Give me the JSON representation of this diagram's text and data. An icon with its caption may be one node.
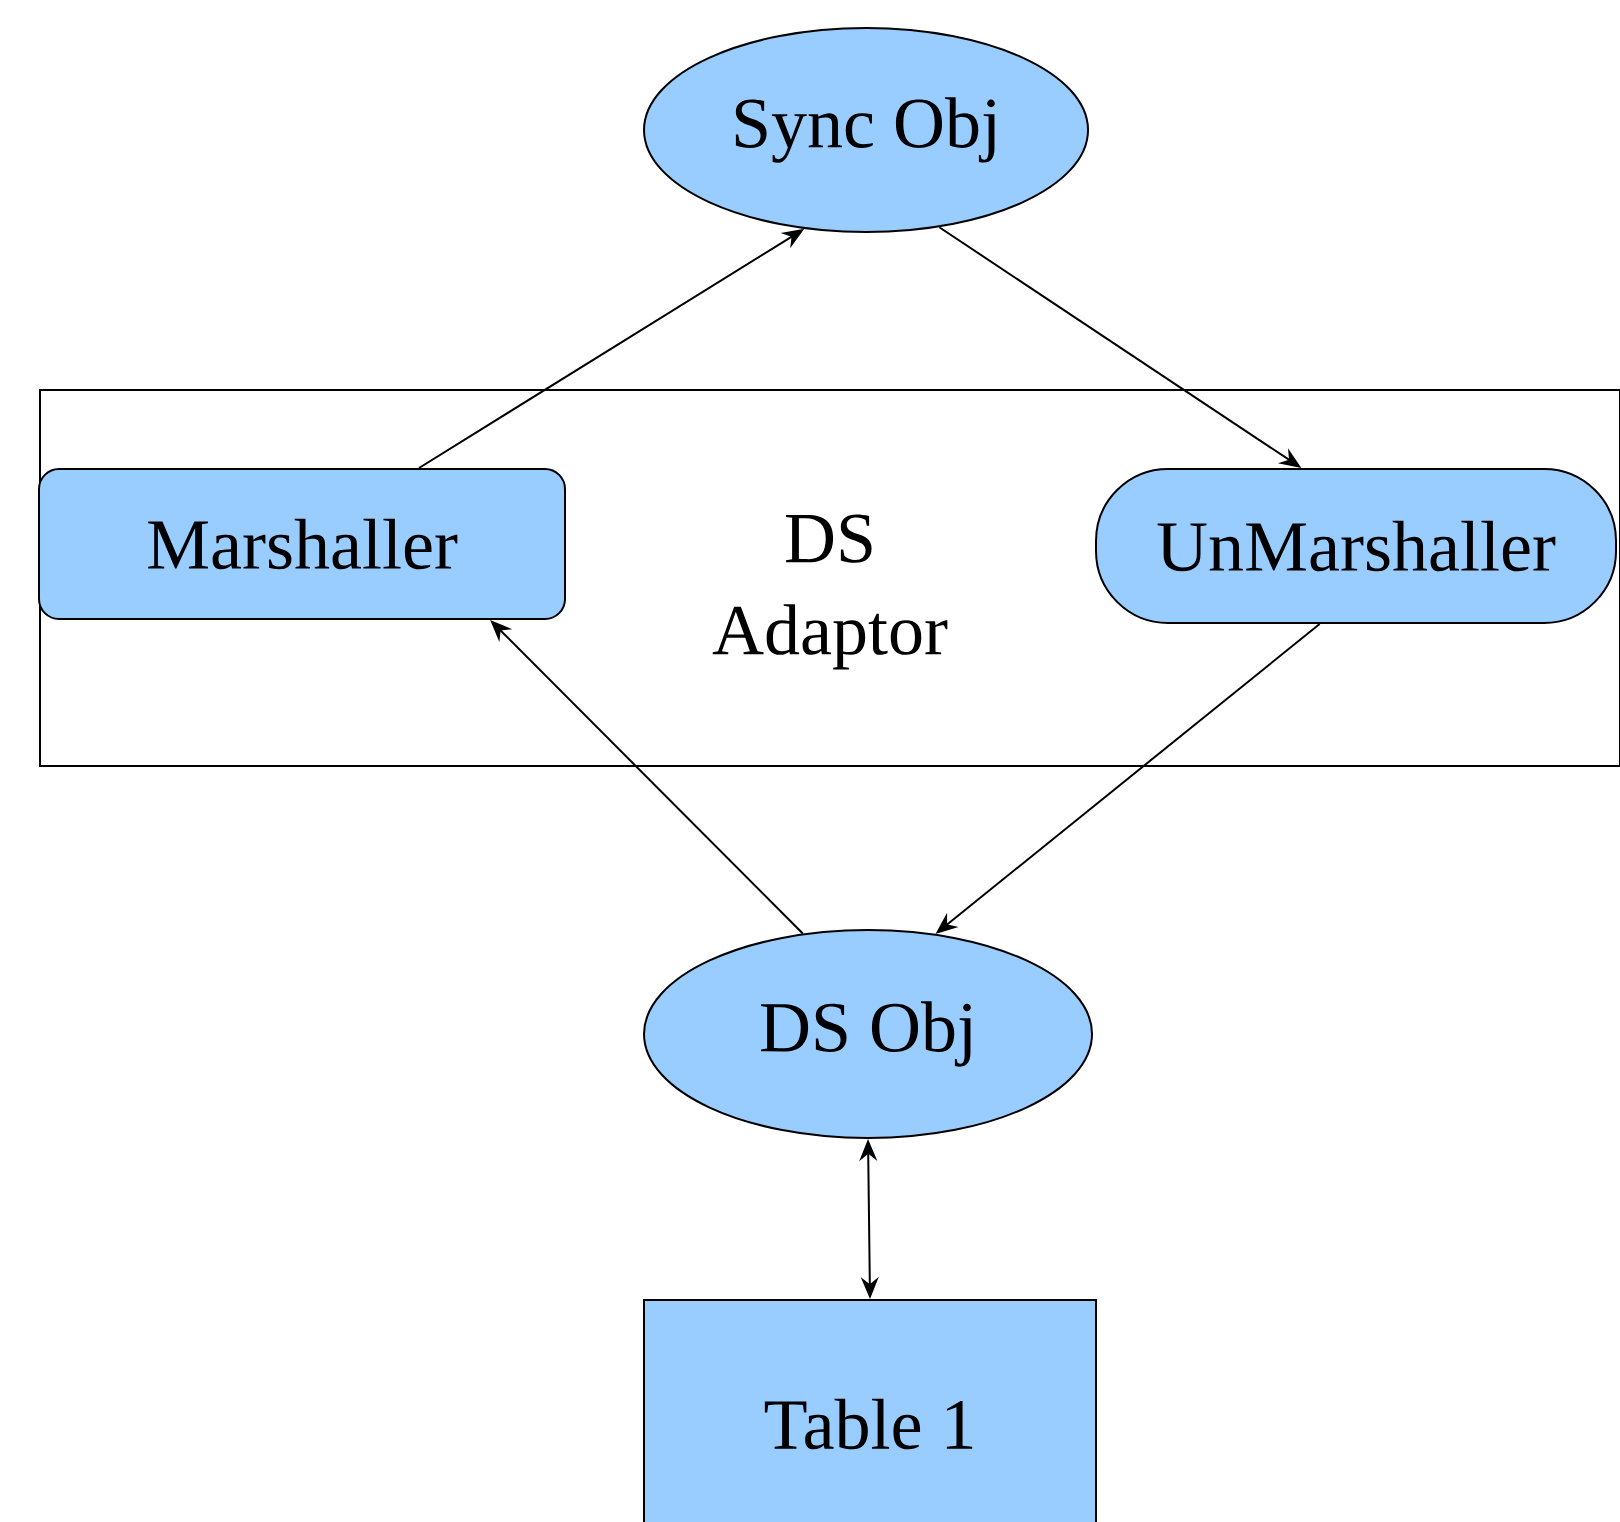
{
  "diagram": {
    "nodes": [
      {
        "text": [
          "DS Adaptor"
        ]
      },
      {
        "text": [
          "Sync Obj"
        ]
      },
      {
        "text": [
          "Marshaller"
        ],
        "in": 0
      },
      {
        "text": [
          "UnMarshaller"
        ],
        "in": 0
      },
      {
        "text": [
          "DS Obj"
        ]
      },
      {
        "text": [
          "Table 1"
        ]
      }
    ],
    "edges": [
      {
        "from": 2,
        "to": 1,
        "arrow": "to"
      },
      {
        "from": 1,
        "to": 3,
        "arrow": "to"
      },
      {
        "from": 4,
        "to": 2,
        "arrow": "to"
      },
      {
        "from": 3,
        "to": 4,
        "arrow": "to"
      },
      {
        "from": 4,
        "to": 5,
        "arrow": "both"
      }
    ]
  }
}
